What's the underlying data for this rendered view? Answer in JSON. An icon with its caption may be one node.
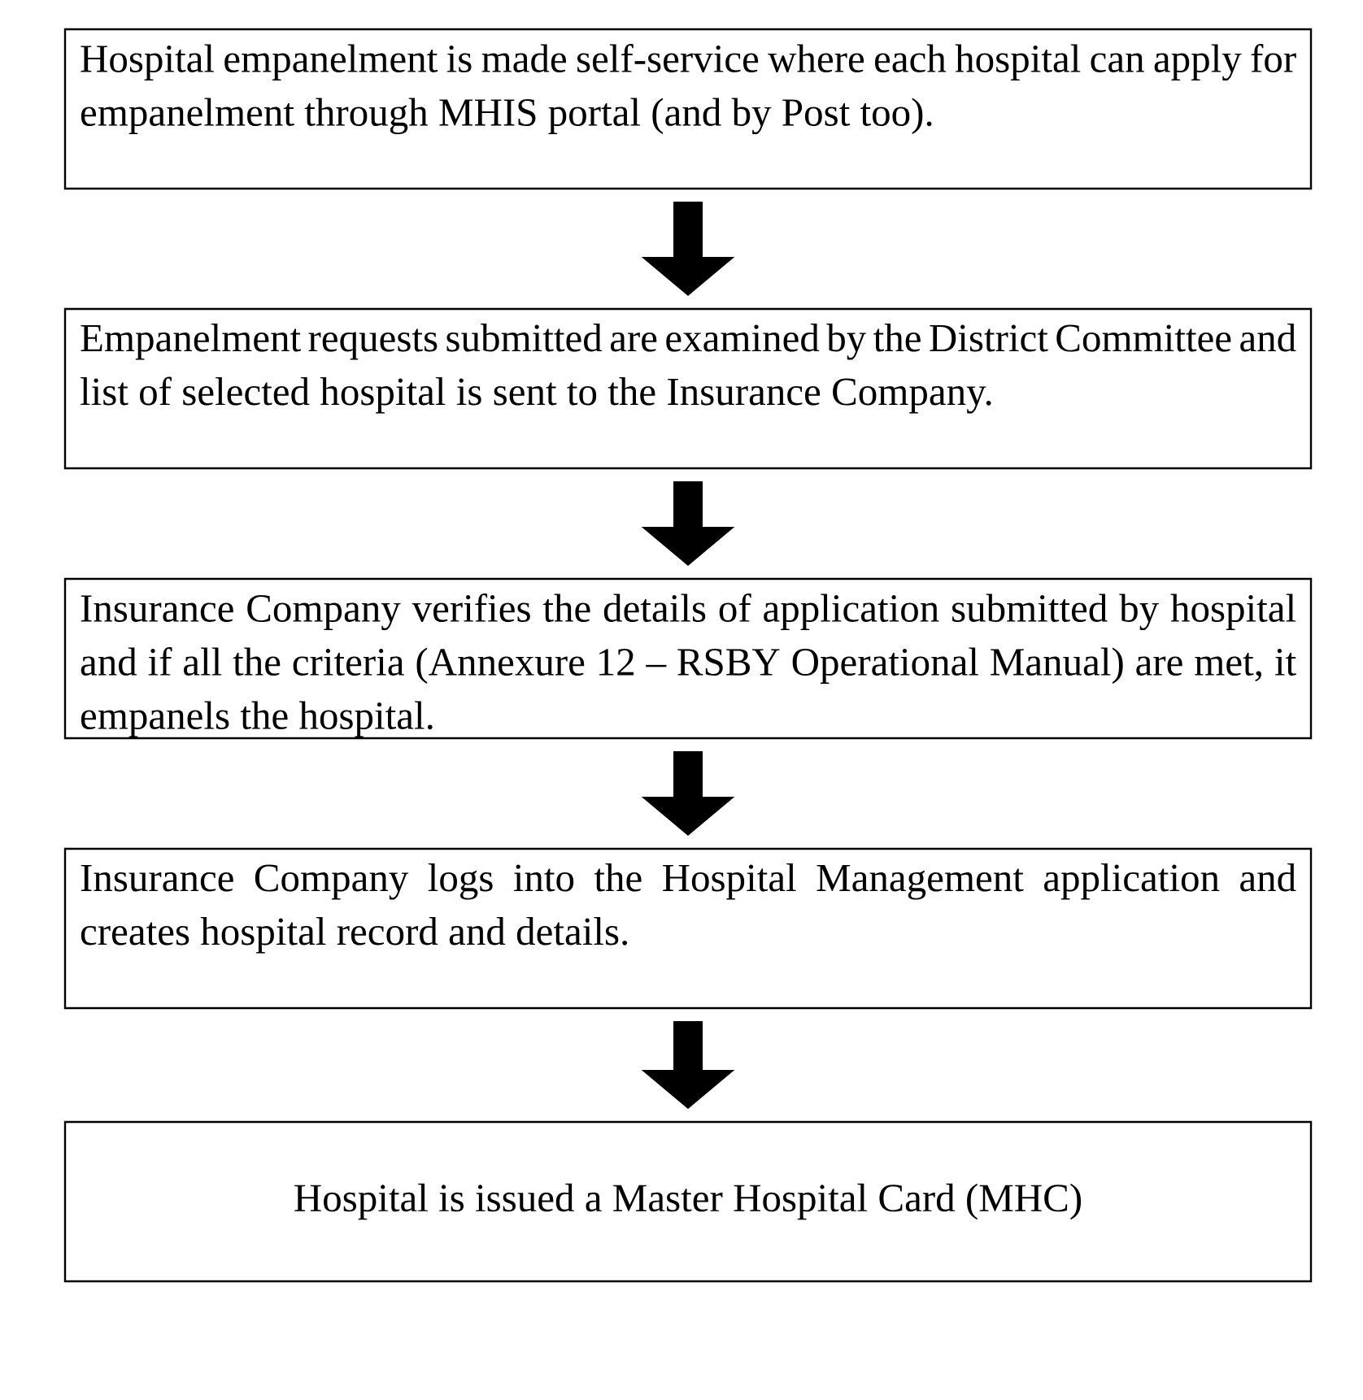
{
  "diagram": {
    "nodes": [
      {
        "text": [
          "Hospital empanelment is made self-service where each hospital can apply for empanelment through MHIS portal (and by Post too)."
        ]
      },
      {
        "text": [
          "Empanelment requests submitted are examined by the District Committee and list of selected hospital is sent to the Insurance Company."
        ]
      },
      {
        "text": [
          "Insurance Company verifies the details of application submitted by hospital and if all the criteria (Annexure 12 – RSBY Operational Manual) are met, it empanels the hospital."
        ]
      },
      {
        "text": [
          "Insurance Company logs into the Hospital Management application and creates hospital record and details."
        ]
      },
      {
        "text": [
          "Hospital is issued a Master Hospital Card (MHC)"
        ]
      }
    ],
    "edges": [
      {
        "from": 0,
        "to": 1,
        "arrow": "to"
      },
      {
        "from": 1,
        "to": 2,
        "arrow": "to"
      },
      {
        "from": 2,
        "to": 3,
        "arrow": "to"
      },
      {
        "from": 3,
        "to": 4,
        "arrow": "to"
      }
    ]
  }
}
